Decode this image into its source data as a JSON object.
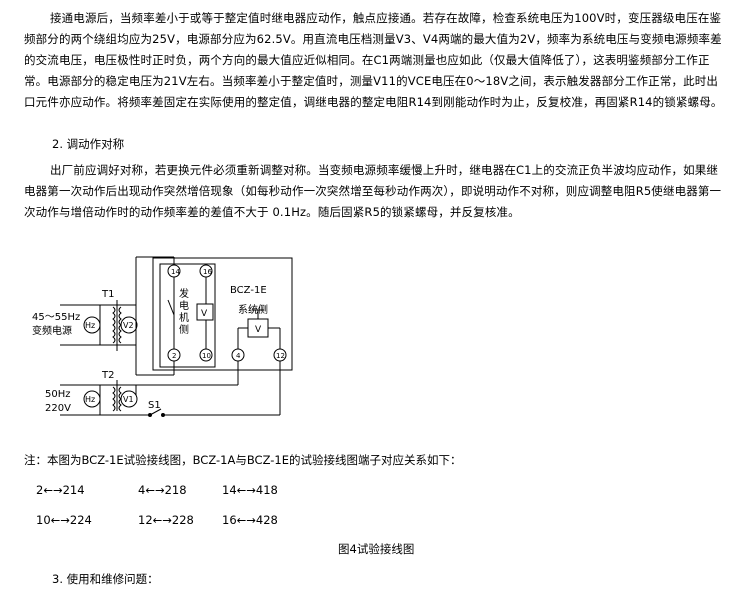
{
  "paragraph_1": "接通电源后，当频率差小于或等于整定值时继电器应动作，触点应接通。若存在故障，检查系统电压为100V时，变压器级电压在鉴频部分的两个绕组均应为25V，电源部分应为62.5V。用直流电压档测量V3、V4两端的最大值为2V，频率为系统电压与变频电源频率差的交流电压，电压极性时正时负，两个方向的最大值应近似相同。在C1两端测量也应如此（仅最大值降低了），这表明鉴频部分工作正常。电源部分的稳定电压为21V左右。当频率差小于整定值时，测量V11的VCE电压在0～18V之间，表示触发器部分工作正常，此时出口元件亦应动作。将频率差固定在实际使用的整定值，调继电器的整定电阻R14到刚能动作时为止，反复校准，再固紧R14的锁紧螺母。",
  "section_2_title": "2. 调动作对称",
  "paragraph_2": "出厂前应调好对称，若更换元件必须重新调整对称。当变频电源频率缓慢上升时，继电器在C1上的交流正负半波均应动作，如果继电器第一次动作后出现动作突然增倍现象（如每秒动作一次突然增至每秒动作两次），即说明动作不对称，则应调整电阻R5使继电器第一次动作与增倍动作时的动作频率差的差值不大于 0.1Hz。随后固紧R5的锁紧螺母，并反复核准。",
  "diagram": {
    "source1_freq": "45～55Hz",
    "source1_label": "变频电源",
    "source2_freq": "50Hz",
    "source2_volt": "220V",
    "t1": "T1",
    "t2": "T2",
    "hz": "Hz",
    "v2": "V2",
    "v1": "V1",
    "v": "V",
    "switch": "S1",
    "relay": "BCZ-1E",
    "gen_side": [
      "发",
      "电",
      "机",
      "侧"
    ],
    "sys_side": "系统侧",
    "terminals": {
      "t14": "14",
      "t16": "16",
      "t2": "2",
      "t10": "10",
      "t4": "4",
      "t12": "12"
    }
  },
  "note": "注：本图为BCZ-1E试验接线图，BCZ-1A与BCZ-1E的试验接线图端子对应关系如下：",
  "mapping": [
    {
      "pair": "2←→214"
    },
    {
      "pair": "4←→218"
    },
    {
      "pair": "14←→418"
    },
    {
      "pair": "10←→224"
    },
    {
      "pair": "12←→228"
    },
    {
      "pair": "16←→428"
    }
  ],
  "caption": "图4试验接线图",
  "section_3_title": "3. 使用和维修问题："
}
